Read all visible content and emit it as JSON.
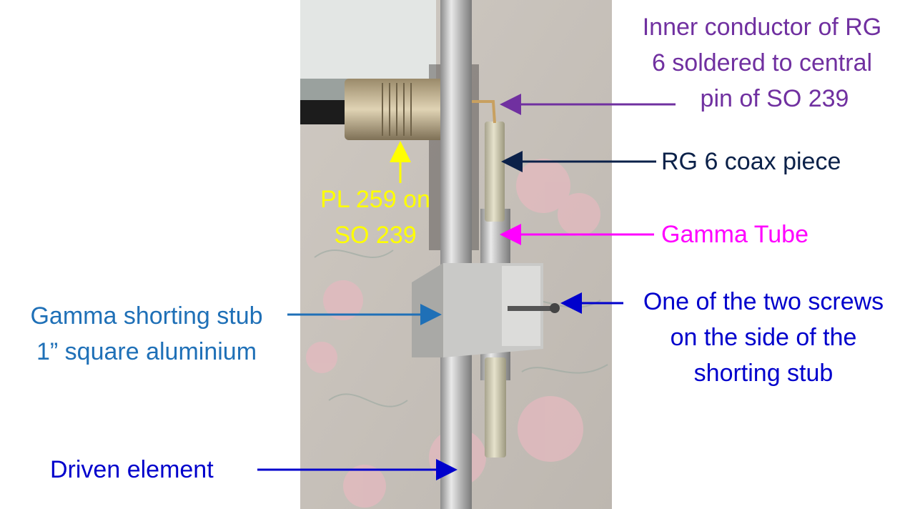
{
  "colors": {
    "purple": "#7030a0",
    "navy": "#0b2149",
    "magenta": "#ff00ff",
    "yellow": "#ffff00",
    "steel_blue": "#1f70b7",
    "blue": "#0000cc"
  },
  "labels": {
    "inner_conductor": [
      "Inner conductor of RG",
      "6 soldered to central",
      "pin of SO 239"
    ],
    "rg6_coax": [
      "RG 6 coax piece"
    ],
    "pl259": [
      "PL 259 on",
      "SO 239"
    ],
    "gamma_tube": [
      "Gamma Tube"
    ],
    "shorting_stub": [
      "Gamma shorting stub",
      "1” square aluminium"
    ],
    "screws": [
      "One of the two screws",
      "on the side of the",
      "shorting stub"
    ],
    "driven_element": [
      "Driven element"
    ]
  },
  "photo": {
    "description_icon": "antenna-gamma-match-photo"
  }
}
